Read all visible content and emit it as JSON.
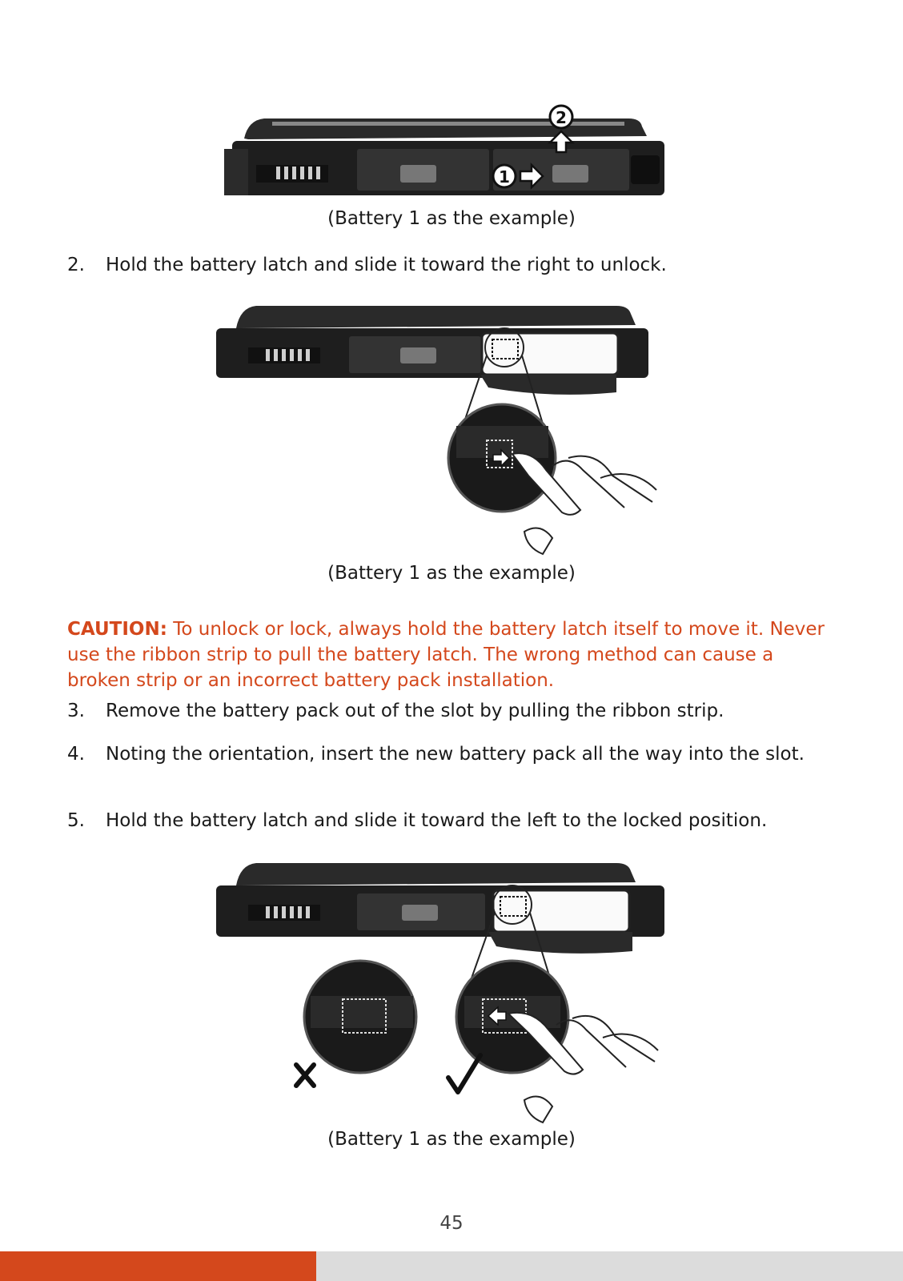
{
  "figures": {
    "fig1": {
      "marker_1": "1",
      "marker_2": "2"
    }
  },
  "captions": {
    "c1": "(Battery 1 as the example)",
    "c2": "(Battery 1 as the example)",
    "c3": "(Battery 1 as the example)"
  },
  "steps": [
    {
      "num": "2.",
      "text": "Hold the battery latch and slide it toward the right to unlock."
    },
    {
      "num": "3.",
      "text": "Remove the battery pack out of the slot by pulling the ribbon strip."
    },
    {
      "num": "4.",
      "text": "Noting the orientation, insert the new battery pack all the way into the slot."
    },
    {
      "num": "5.",
      "text": "Hold the battery latch and slide it toward the left to the locked position."
    }
  ],
  "caution": {
    "label": "CAUTION:",
    "text": "To unlock or lock, always hold the battery latch itself to move it. Never use the ribbon strip to pull the battery latch. The wrong method can cause a broken strip or an incorrect battery pack installation."
  },
  "page_number": "45",
  "colors": {
    "accent": "#d4481c",
    "footer_gray": "#dcdcdc"
  }
}
